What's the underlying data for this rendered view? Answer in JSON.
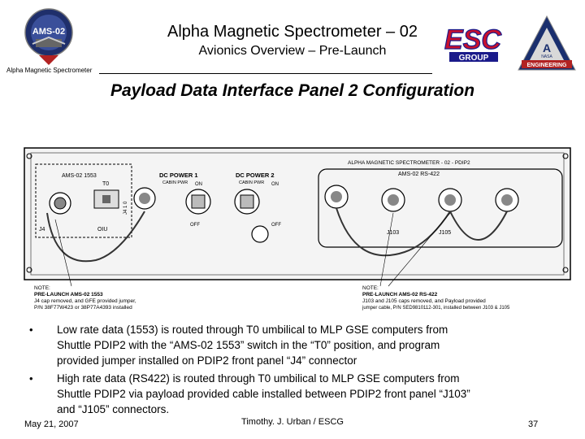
{
  "header": {
    "title": "Alpha Magnetic Spectrometer – 02",
    "subtitle": "Avionics Overview – Pre-Launch",
    "small_label": "Alpha Magnetic Spectrometer"
  },
  "logos": {
    "left_badge": "AMS-02",
    "esc_top": "ESC",
    "esc_bottom": "GROUP",
    "eng_top": "ENGINEERING",
    "eng_bottom": "NASA"
  },
  "heading": "Payload Data Interface Panel 2 Configuration",
  "diagram": {
    "panel_title": "ALPHA MAGNETIC SPECTROMETER - 02 - PDIP2",
    "ams_1553": "AMS-02 1553",
    "t0": "T0",
    "dc_power_1": "DC POWER 1",
    "dc_power_2": "DC POWER 2",
    "cabin_pwr": "CABIN PWR",
    "on": "ON",
    "off": "OFF",
    "rs422": "AMS-02 RS-422",
    "j4": "J4",
    "oiu": "OIU",
    "j103": "J103",
    "j105": "J105",
    "j4_side": "J4 1 0",
    "note_left_1": "NOTE:",
    "note_left_2": "PRE-LAUNCH AMS-02 1553",
    "note_left_3": "J4 cap removed, and GFE provided jumper,",
    "note_left_4": "P/N 38F77W423 or 38P77A4393 installed",
    "note_right_1": "NOTE:",
    "note_right_2": "PRE-LAUNCH AMS-02 RS-422",
    "note_right_3": "J103 and J105 caps removed, and Payload provided",
    "note_right_4": "jumper cable, P/N SED9810112-301, installed between J103 & J105"
  },
  "bullets": [
    {
      "symbol": "•",
      "lines": [
        "Low rate data (1553) is routed through T0 umbilical to MLP GSE computers from",
        "Shuttle PDIP2 with the “AMS-02 1553” switch in the “T0” position, and program",
        "provided jumper installed on PDIP2 front panel “J4” connector"
      ]
    },
    {
      "symbol": "•",
      "lines": [
        "High rate data (RS422) is routed through T0 umbilical to MLP GSE computers from",
        "Shuttle PDIP2 via payload provided cable installed between PDIP2 front panel “J103”",
        "and “J105” connectors."
      ]
    }
  ],
  "footer": {
    "date": "May 21, 2007",
    "author": "Timothy. J. Urban / ESCG",
    "page": "37"
  }
}
